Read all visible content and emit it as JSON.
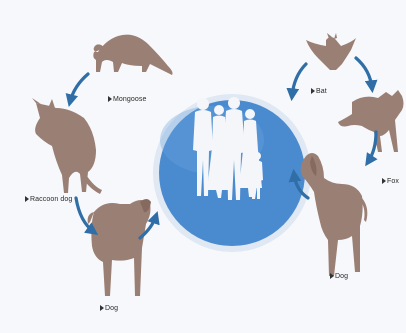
{
  "diagram": {
    "center": {
      "icon": "human-family-icon"
    },
    "left_cycle": {
      "animals": [
        {
          "name": "mongoose",
          "label": "Mongoose",
          "icon": "mongoose-icon"
        },
        {
          "name": "raccoon-dog",
          "label": "Raccoon dog",
          "icon": "raccoon-dog-icon"
        },
        {
          "name": "dog",
          "label": "Dog",
          "icon": "dog-icon"
        }
      ]
    },
    "right_cycle": {
      "animals": [
        {
          "name": "bat",
          "label": "Bat",
          "icon": "bat-icon"
        },
        {
          "name": "fox",
          "label": "Fox",
          "icon": "fox-icon"
        },
        {
          "name": "dog",
          "label": "Dog",
          "icon": "dog-icon"
        }
      ]
    },
    "colors": {
      "animal": "#9a7f74",
      "arrow": "#2f6ea6",
      "circle": "#4a8bd0",
      "circle_ring": "#dfe8f3",
      "people": "#f4f6f9"
    }
  }
}
